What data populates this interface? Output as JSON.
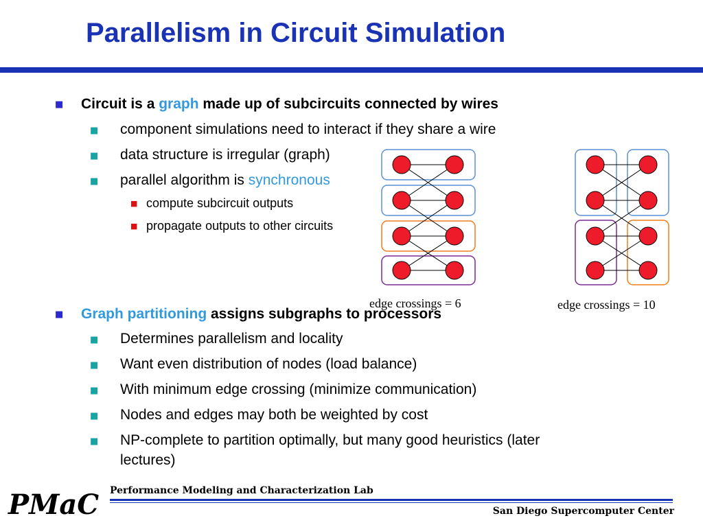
{
  "slide": {
    "title": "Parallelism in Circuit Simulation"
  },
  "section1": {
    "prefix": "Circuit is a ",
    "highlight": "graph",
    "suffix": " made up of subcircuits connected by wires",
    "items": [
      "component simulations need to interact if they share a wire",
      "data structure is irregular (graph)"
    ],
    "item3_prefix": "parallel algorithm is ",
    "item3_highlight": "synchronous",
    "subitems": [
      "compute subcircuit outputs",
      "propagate outputs to other circuits"
    ]
  },
  "section2": {
    "highlight": "Graph partitioning",
    "suffix": " assigns subgraphs to processors",
    "items": [
      "Determines parallelism and locality",
      "Want even distribution of nodes  (load balance)",
      "With minimum edge crossing (minimize communication)",
      "Nodes and edges may both be weighted by cost",
      "NP-complete to partition optimally, but many good heuristics (later",
      "lectures)"
    ]
  },
  "diagrams": {
    "left_caption": "edge crossings = 6",
    "right_caption": "edge crossings = 10"
  },
  "colors": {
    "title": "#1a32b4",
    "highlight": "#3399dd",
    "node": "#ee1c2a",
    "box_blue": "#5b8fd6",
    "box_orange": "#f07d1a",
    "box_purple": "#7b2a93"
  },
  "footer": {
    "logo": "PMaC",
    "lab": "Performance Modeling and Characterization Lab",
    "center": "San Diego Supercomputer Center"
  }
}
